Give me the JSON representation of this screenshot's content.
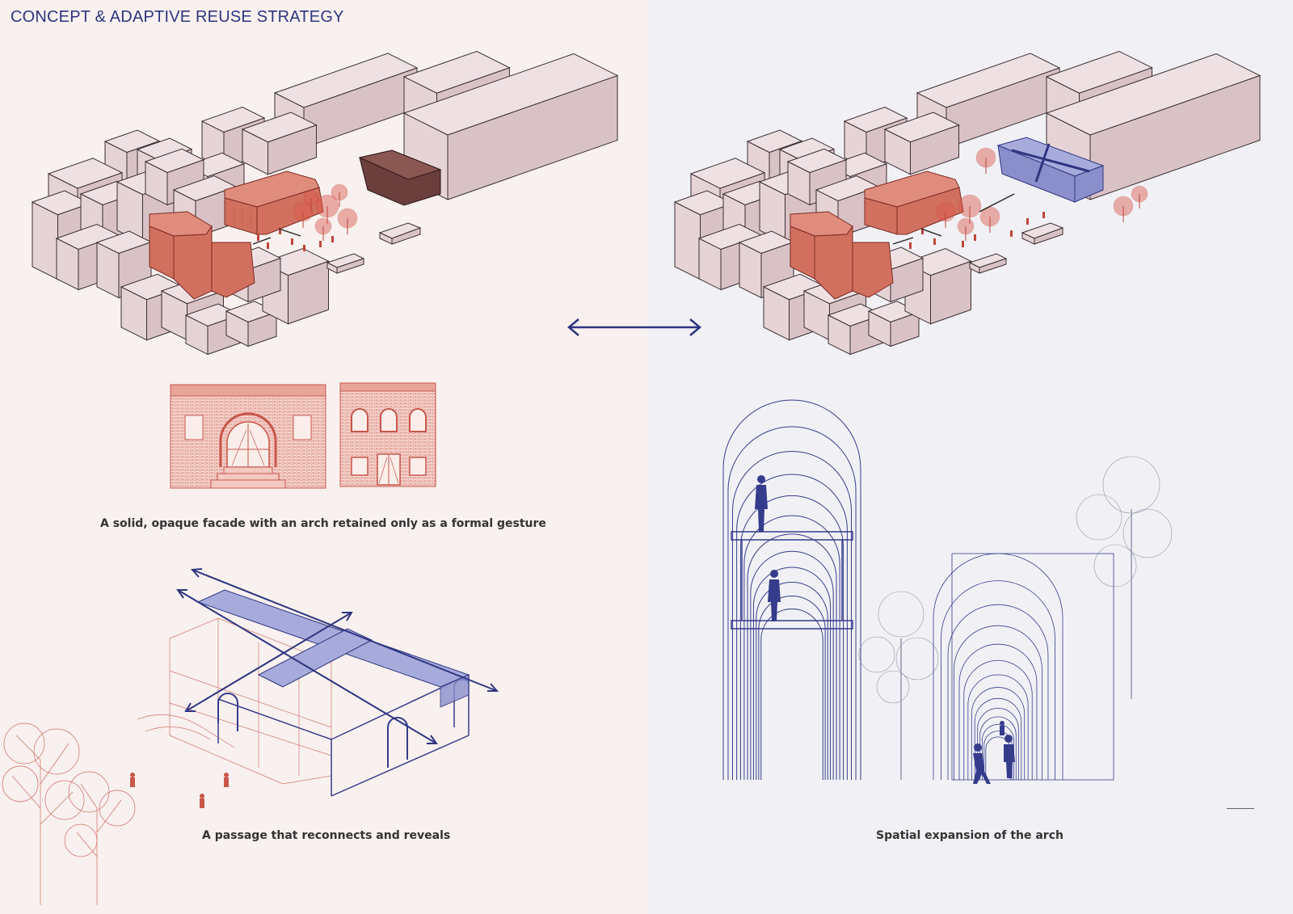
{
  "title": "CONCEPT & ADAPTIVE REUSE STRATEGY",
  "captions": {
    "facade": "A solid, opaque facade with an arch retained only as a formal gesture",
    "passage": "A passage that reconnects and reveals",
    "arch": "Spatial expansion of the arch"
  },
  "colors": {
    "title_blue": "#2e3580",
    "accent_red": "#c8564a",
    "mass_pink": "#e6d3d5",
    "highlight_blue": "#8a8fcb",
    "existing_brown": "#6b3f3c"
  },
  "icons": [
    "double-arrow-icon",
    "person-icon",
    "tree-icon"
  ]
}
